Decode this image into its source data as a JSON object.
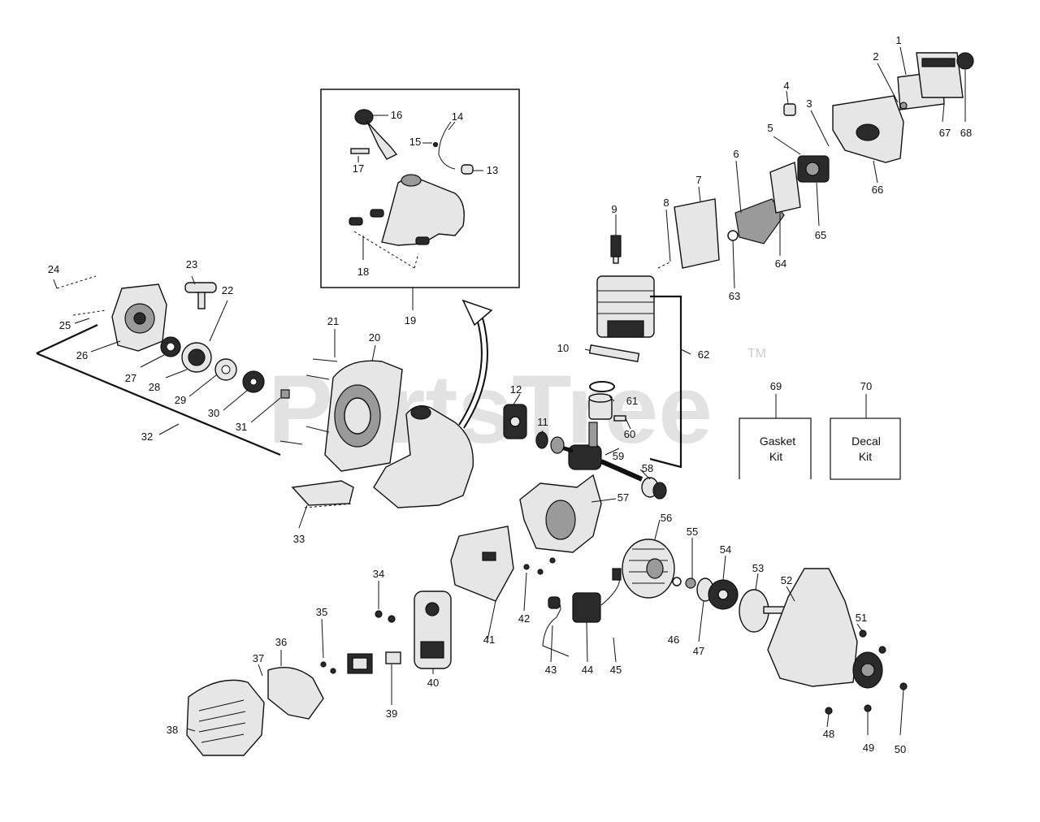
{
  "watermark": {
    "text": "PartsTree",
    "trademark": "TM"
  },
  "callouts": {
    "c1": "1",
    "c2": "2",
    "c3": "3",
    "c4": "4",
    "c5": "5",
    "c6": "6",
    "c7": "7",
    "c8": "8",
    "c9": "9",
    "c10": "10",
    "c11": "11",
    "c12": "12",
    "c13": "13",
    "c14": "14",
    "c15": "15",
    "c16": "16",
    "c17": "17",
    "c18": "18",
    "c19": "19",
    "c20": "20",
    "c21": "21",
    "c22": "22",
    "c23": "23",
    "c24": "24",
    "c25": "25",
    "c26": "26",
    "c27": "27",
    "c28": "28",
    "c29": "29",
    "c30": "30",
    "c31": "31",
    "c32": "32",
    "c33": "33",
    "c34": "34",
    "c35": "35",
    "c36": "36",
    "c37": "37",
    "c38": "38",
    "c39": "39",
    "c40": "40",
    "c41": "41",
    "c42": "42",
    "c43": "43",
    "c44": "44",
    "c45": "45",
    "c46": "46",
    "c47": "47",
    "c48": "48",
    "c49": "49",
    "c50": "50",
    "c51": "51",
    "c52": "52",
    "c53": "53",
    "c54": "54",
    "c55": "55",
    "c56": "56",
    "c57": "57",
    "c58": "58",
    "c59": "59",
    "c60": "60",
    "c61": "61",
    "c62": "62",
    "c63": "63",
    "c64": "64",
    "c65": "65",
    "c66": "66",
    "c67": "67",
    "c68": "68",
    "c69": "69",
    "c70": "70"
  },
  "kits": {
    "gasket": {
      "line1": "Gasket",
      "line2": "Kit"
    },
    "decal": {
      "line1": "Decal",
      "line2": "Kit"
    }
  }
}
